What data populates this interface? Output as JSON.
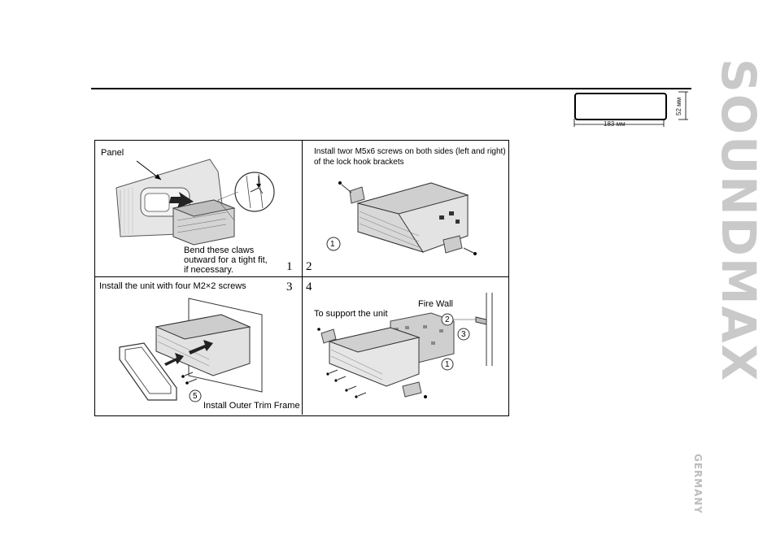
{
  "brand": {
    "name": "SOUNDMAX",
    "sub": "GERMANY",
    "color": "#c9c9c9"
  },
  "dimensions": {
    "width_label": "183 мм",
    "height_label": "52 мм"
  },
  "steps": [
    {
      "number": "1",
      "labels": [
        "Panel",
        "Bend these claws",
        "outward for a tight fit,",
        "if necessary."
      ]
    },
    {
      "number": "2",
      "labels": [
        "Install twor M5x6 screws on  both sides (left and right)",
        "of the lock hook brackets"
      ],
      "marker": "1"
    },
    {
      "number": "3",
      "labels": [
        "Install the unit with four M2×2 screws",
        "Install Outer Trim  Frame"
      ],
      "marker": "5"
    },
    {
      "number": "4",
      "labels": [
        "Fire  Wall",
        "To support the unit"
      ],
      "markers": [
        "2",
        "3",
        "1"
      ]
    }
  ]
}
